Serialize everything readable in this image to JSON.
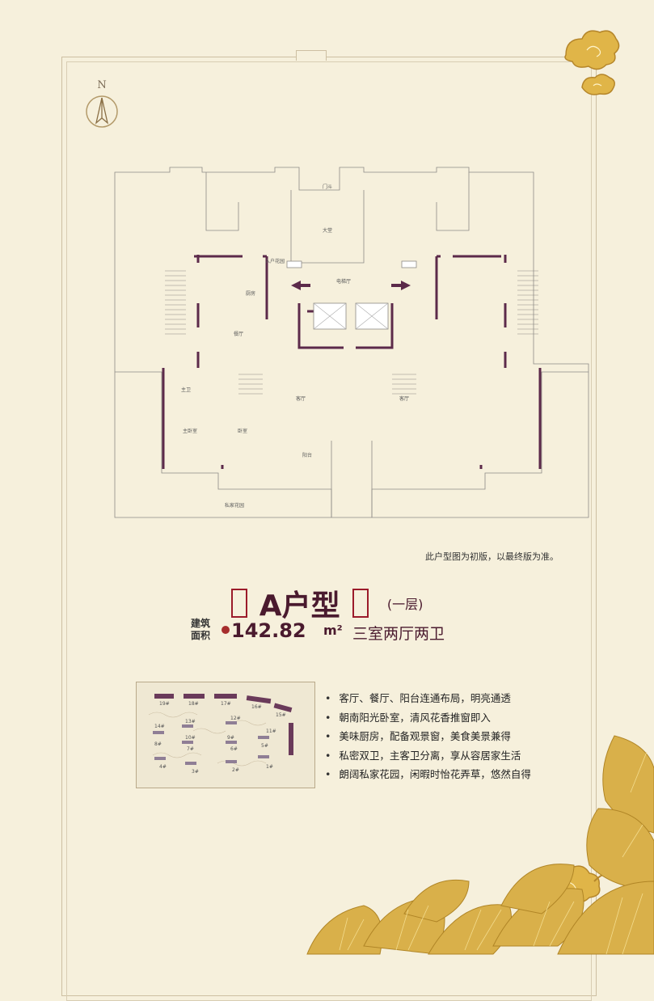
{
  "compass": {
    "label": "N",
    "icon": "north-arrow-icon"
  },
  "floorplan": {
    "labels": {
      "top_door": "门斗",
      "lobby": "大堂",
      "elevator_hall": "电梯厅",
      "entry_garden": "入户花园",
      "kitchen": "厨房",
      "dining": "餐厅",
      "living_left": "客厅",
      "living_right": "客厅",
      "bedroom": "卧室",
      "master_bedroom": "主卧室",
      "balcony": "阳台",
      "bathroom": "主卫",
      "private_garden": "私家花园"
    }
  },
  "note": "此户型图为初版，以最终版为准。",
  "title": {
    "main": "A户型",
    "sub": "(一层)"
  },
  "area": {
    "label_line1": "建筑",
    "label_line2": "面积",
    "value": "142.82",
    "unit": "m²",
    "layout": "三室两厅两卫"
  },
  "siteplan": {
    "buildings": [
      "19#",
      "18#",
      "17#",
      "16#",
      "15#",
      "14#",
      "13#",
      "12#",
      "11#",
      "10#",
      "9#",
      "8#",
      "7#",
      "6#",
      "5#",
      "4#",
      "3#",
      "2#",
      "1#"
    ]
  },
  "features": [
    "客厅、餐厅、阳台连通布局，明亮通透",
    "朝南阳光卧室，清风花香推窗即入",
    "美味厨房，配备观景窗，美食美景兼得",
    "私密双卫，主客卫分离，享从容居家生活",
    "朗阔私家花园，闲暇时怡花弄草，悠然自得"
  ],
  "colors": {
    "background": "#f6f0dc",
    "title": "#4a1a2e",
    "seal": "#9b1b2a",
    "wall": "#5c2a4a",
    "gold": "#d4a83a"
  }
}
